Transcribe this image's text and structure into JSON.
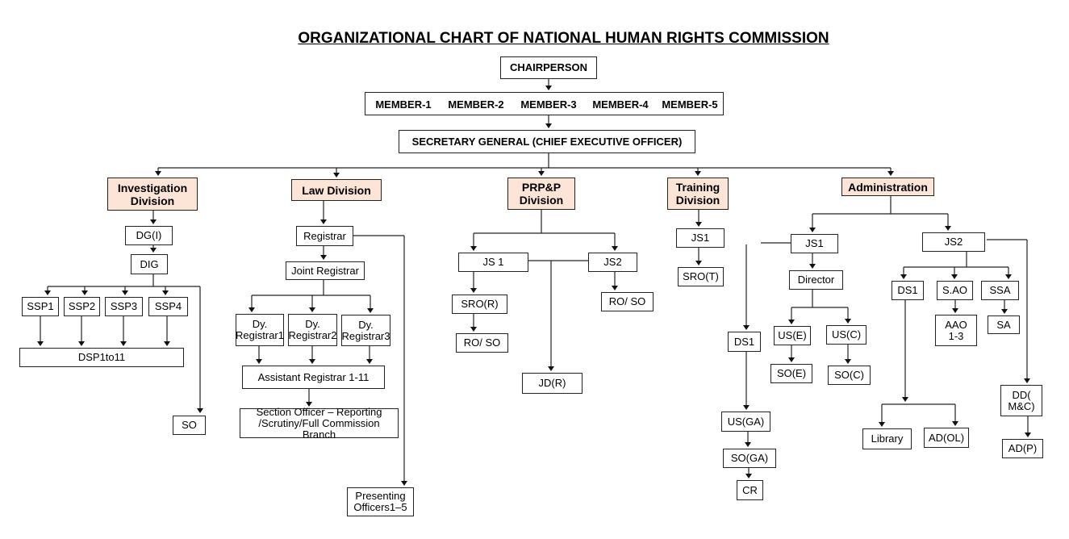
{
  "title": "ORGANIZATIONAL CHART OF NATIONAL HUMAN RIGHTS COMMISSION",
  "colors": {
    "division_fill": "#fce4d6",
    "line": "#222222"
  },
  "nodes": {
    "chairperson": "CHAIRPERSON",
    "members": [
      "MEMBER-1",
      "MEMBER-2",
      "MEMBER-3",
      "MEMBER-4",
      "MEMBER-5"
    ],
    "sg": "SECRETARY GENERAL (CHIEF EXECUTIVE OFFICER)",
    "inv": "Investigation\nDivision",
    "law": "Law Division",
    "prp": "PRP&P\nDivision",
    "trn": "Training\nDivision",
    "adm": "Administration",
    "dgi": "DG(I)",
    "dig": "DIG",
    "ssp1": "SSP1",
    "ssp2": "SSP2",
    "ssp3": "SSP3",
    "ssp4": "SSP4",
    "dsp": "DSP1to11",
    "so_inv": "SO",
    "reg": "Registrar",
    "jreg": "Joint Registrar",
    "dy1": "Dy.\nRegistrar1",
    "dy2": "Dy.\nRegistrar2",
    "dy3": "Dy.\nRegistrar3",
    "areg": "Assistant Registrar 1-11",
    "sec": "Section Officer – Reporting\n/Scrutiny/Full Commission Branch",
    "pres": "Presenting\nOfficers1–5",
    "pjs1": "JS 1",
    "pjs2": "JS2",
    "sror": "SRO(R)",
    "roso1": "RO/ SO",
    "roso2": "RO/ SO",
    "jdr": "JD(R)",
    "tjs1": "JS1",
    "srot": "SRO(T)",
    "ajs1": "JS1",
    "dir": "Director",
    "use": "US(E)",
    "usc": "US(C)",
    "soe": "SO(E)",
    "soc": "SO(C)",
    "ads1": "DS1",
    "usga": "US(GA)",
    "soga": "SO(GA)",
    "cr": "CR",
    "ajs2": "JS2",
    "bds1": "DS1",
    "sao": "S.AO",
    "ssa": "SSA",
    "aao": "AAO\n1-3",
    "sa": "SA",
    "lib": "Library",
    "adol": "AD(OL)",
    "ddmc": "DD(\nM&C)",
    "adp": "AD(P)"
  }
}
